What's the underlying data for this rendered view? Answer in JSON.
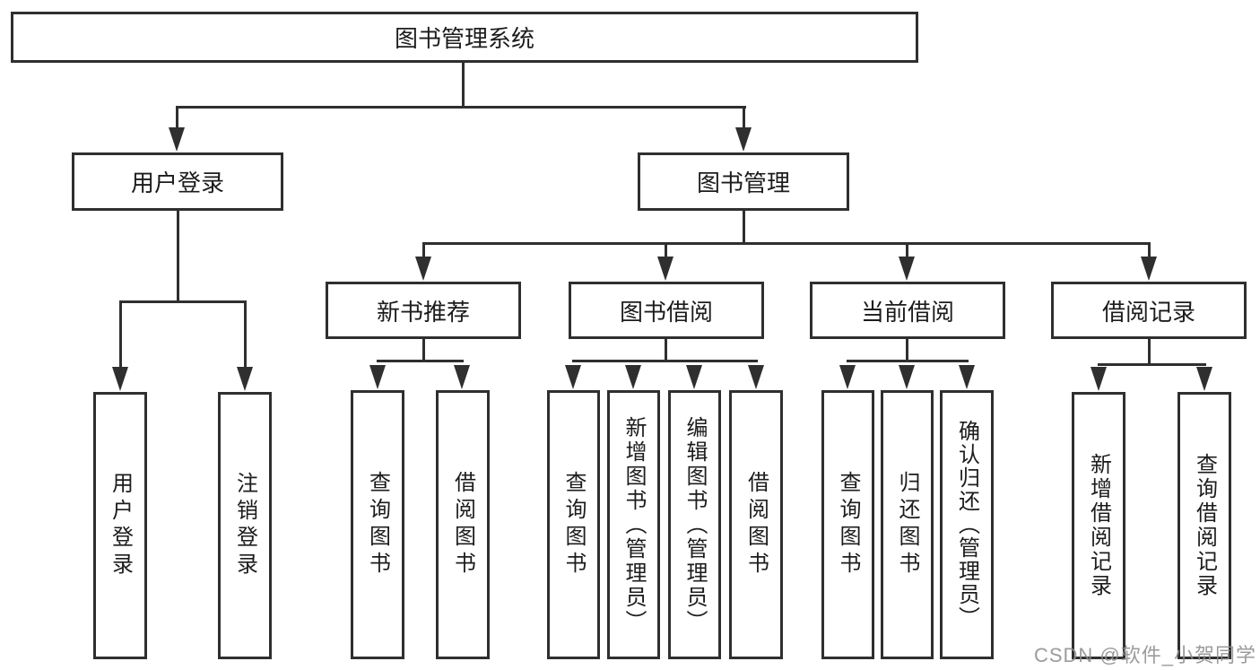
{
  "diagram": {
    "root": {
      "label": "图书管理系统"
    },
    "branches": [
      {
        "label": "用户登录",
        "children": [
          {
            "label": "用户登录"
          },
          {
            "label": "注销登录"
          }
        ]
      },
      {
        "label": "图书管理",
        "children": [
          {
            "label": "新书推荐",
            "children": [
              {
                "label": "查询图书"
              },
              {
                "label": "借阅图书"
              }
            ]
          },
          {
            "label": "图书借阅",
            "children": [
              {
                "label": "查询图书"
              },
              {
                "label": "新增图书（管理员）"
              },
              {
                "label": "编辑图书（管理员）"
              },
              {
                "label": "借阅图书"
              }
            ]
          },
          {
            "label": "当前借阅",
            "children": [
              {
                "label": "查询图书"
              },
              {
                "label": "归还图书"
              },
              {
                "label": "确认归还（管理员）"
              }
            ]
          },
          {
            "label": "借阅记录",
            "children": [
              {
                "label": "新增借阅记录"
              },
              {
                "label": "查询借阅记录"
              }
            ]
          }
        ]
      }
    ],
    "connector_style": {
      "arrow_icon": "arrow-down-filled-triangle",
      "line_color": "#2f2f2f"
    }
  },
  "colors": {
    "box_border": "#2f2f2f",
    "box_background": "#ffffff",
    "text": "#1c1c1e",
    "watermark": "#8d8d8d"
  },
  "watermark": {
    "text": "CSDN @软件_小贺同学"
  }
}
